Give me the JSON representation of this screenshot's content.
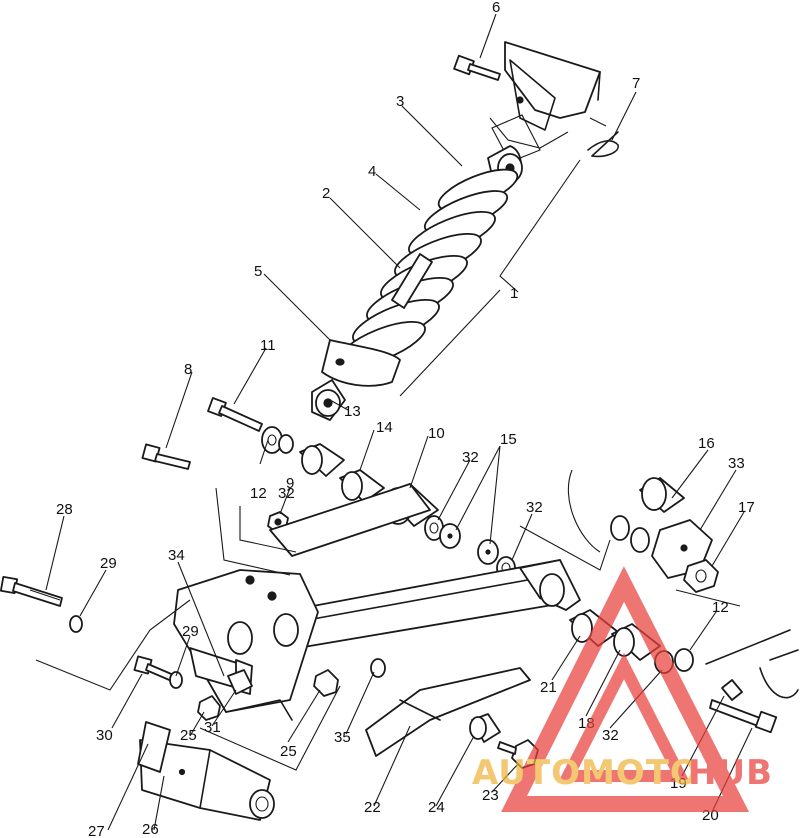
{
  "callouts": {
    "c1": "1",
    "c2": "2",
    "c3": "3",
    "c4": "4",
    "c5": "5",
    "c6": "6",
    "c7": "7",
    "c8": "8",
    "c9": "9",
    "c10": "10",
    "c11": "11",
    "c12a": "12",
    "c12b": "12",
    "c13": "13",
    "c14": "14",
    "c15": "15",
    "c16": "16",
    "c17": "17",
    "c18": "18",
    "c19": "19",
    "c20": "20",
    "c21": "21",
    "c22": "22",
    "c23": "23",
    "c24": "24",
    "c25a": "25",
    "c25b": "25",
    "c26": "26",
    "c27": "27",
    "c28": "28",
    "c29a": "29",
    "c29b": "29",
    "c30": "30",
    "c31": "31",
    "c32a": "32",
    "c32b": "32",
    "c32c": "32",
    "c32d": "32",
    "c33": "33",
    "c34": "34",
    "c35": "35"
  },
  "watermark": {
    "text_part1": "AUTOMOTO",
    "text_part2": "HUB",
    "color_red": "#e8413c",
    "color_gold": "#f0b43c"
  }
}
